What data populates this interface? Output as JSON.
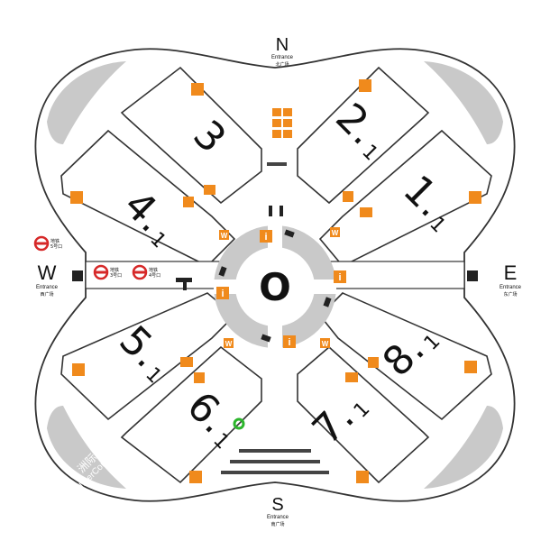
{
  "compass": {
    "north": {
      "letter": "N",
      "label": "Entrance",
      "cn": "北广场"
    },
    "south": {
      "letter": "S",
      "label": "Entrance",
      "cn": "南广场"
    },
    "west": {
      "letter": "W",
      "label": "Entrance",
      "cn": "西广场"
    },
    "east": {
      "letter": "E",
      "label": "Entrance",
      "cn": "东广场"
    }
  },
  "halls": [
    {
      "id": "3",
      "main": "3",
      "sub": ""
    },
    {
      "id": "2.1",
      "main": "2.",
      "sub": "1"
    },
    {
      "id": "4.1",
      "main": "4.",
      "sub": "1"
    },
    {
      "id": "1.1",
      "main": "1.",
      "sub": "1"
    },
    {
      "id": "5.1",
      "main": "5.",
      "sub": "1"
    },
    {
      "id": "6.1",
      "main": "6.",
      "sub": "1"
    },
    {
      "id": "7.1",
      "main": "7.",
      "sub": "1"
    },
    {
      "id": "8.1",
      "main": "8.",
      "sub": "1"
    }
  ],
  "center_label": "O",
  "metro": [
    {
      "line": "地铁",
      "exit": "5号口"
    },
    {
      "line": "地铁",
      "exit": "3号口"
    },
    {
      "line": "地铁",
      "exit": "4号口"
    }
  ],
  "hotel": {
    "cn": "洲际酒店",
    "en": "InterContinental"
  },
  "icons": {
    "info": "i",
    "washroom": "W"
  },
  "colors": {
    "orange": "#f08a1c",
    "gray": "#c9c9c9",
    "metro_red": "#d62828",
    "marker_green": "#2bb52b"
  }
}
